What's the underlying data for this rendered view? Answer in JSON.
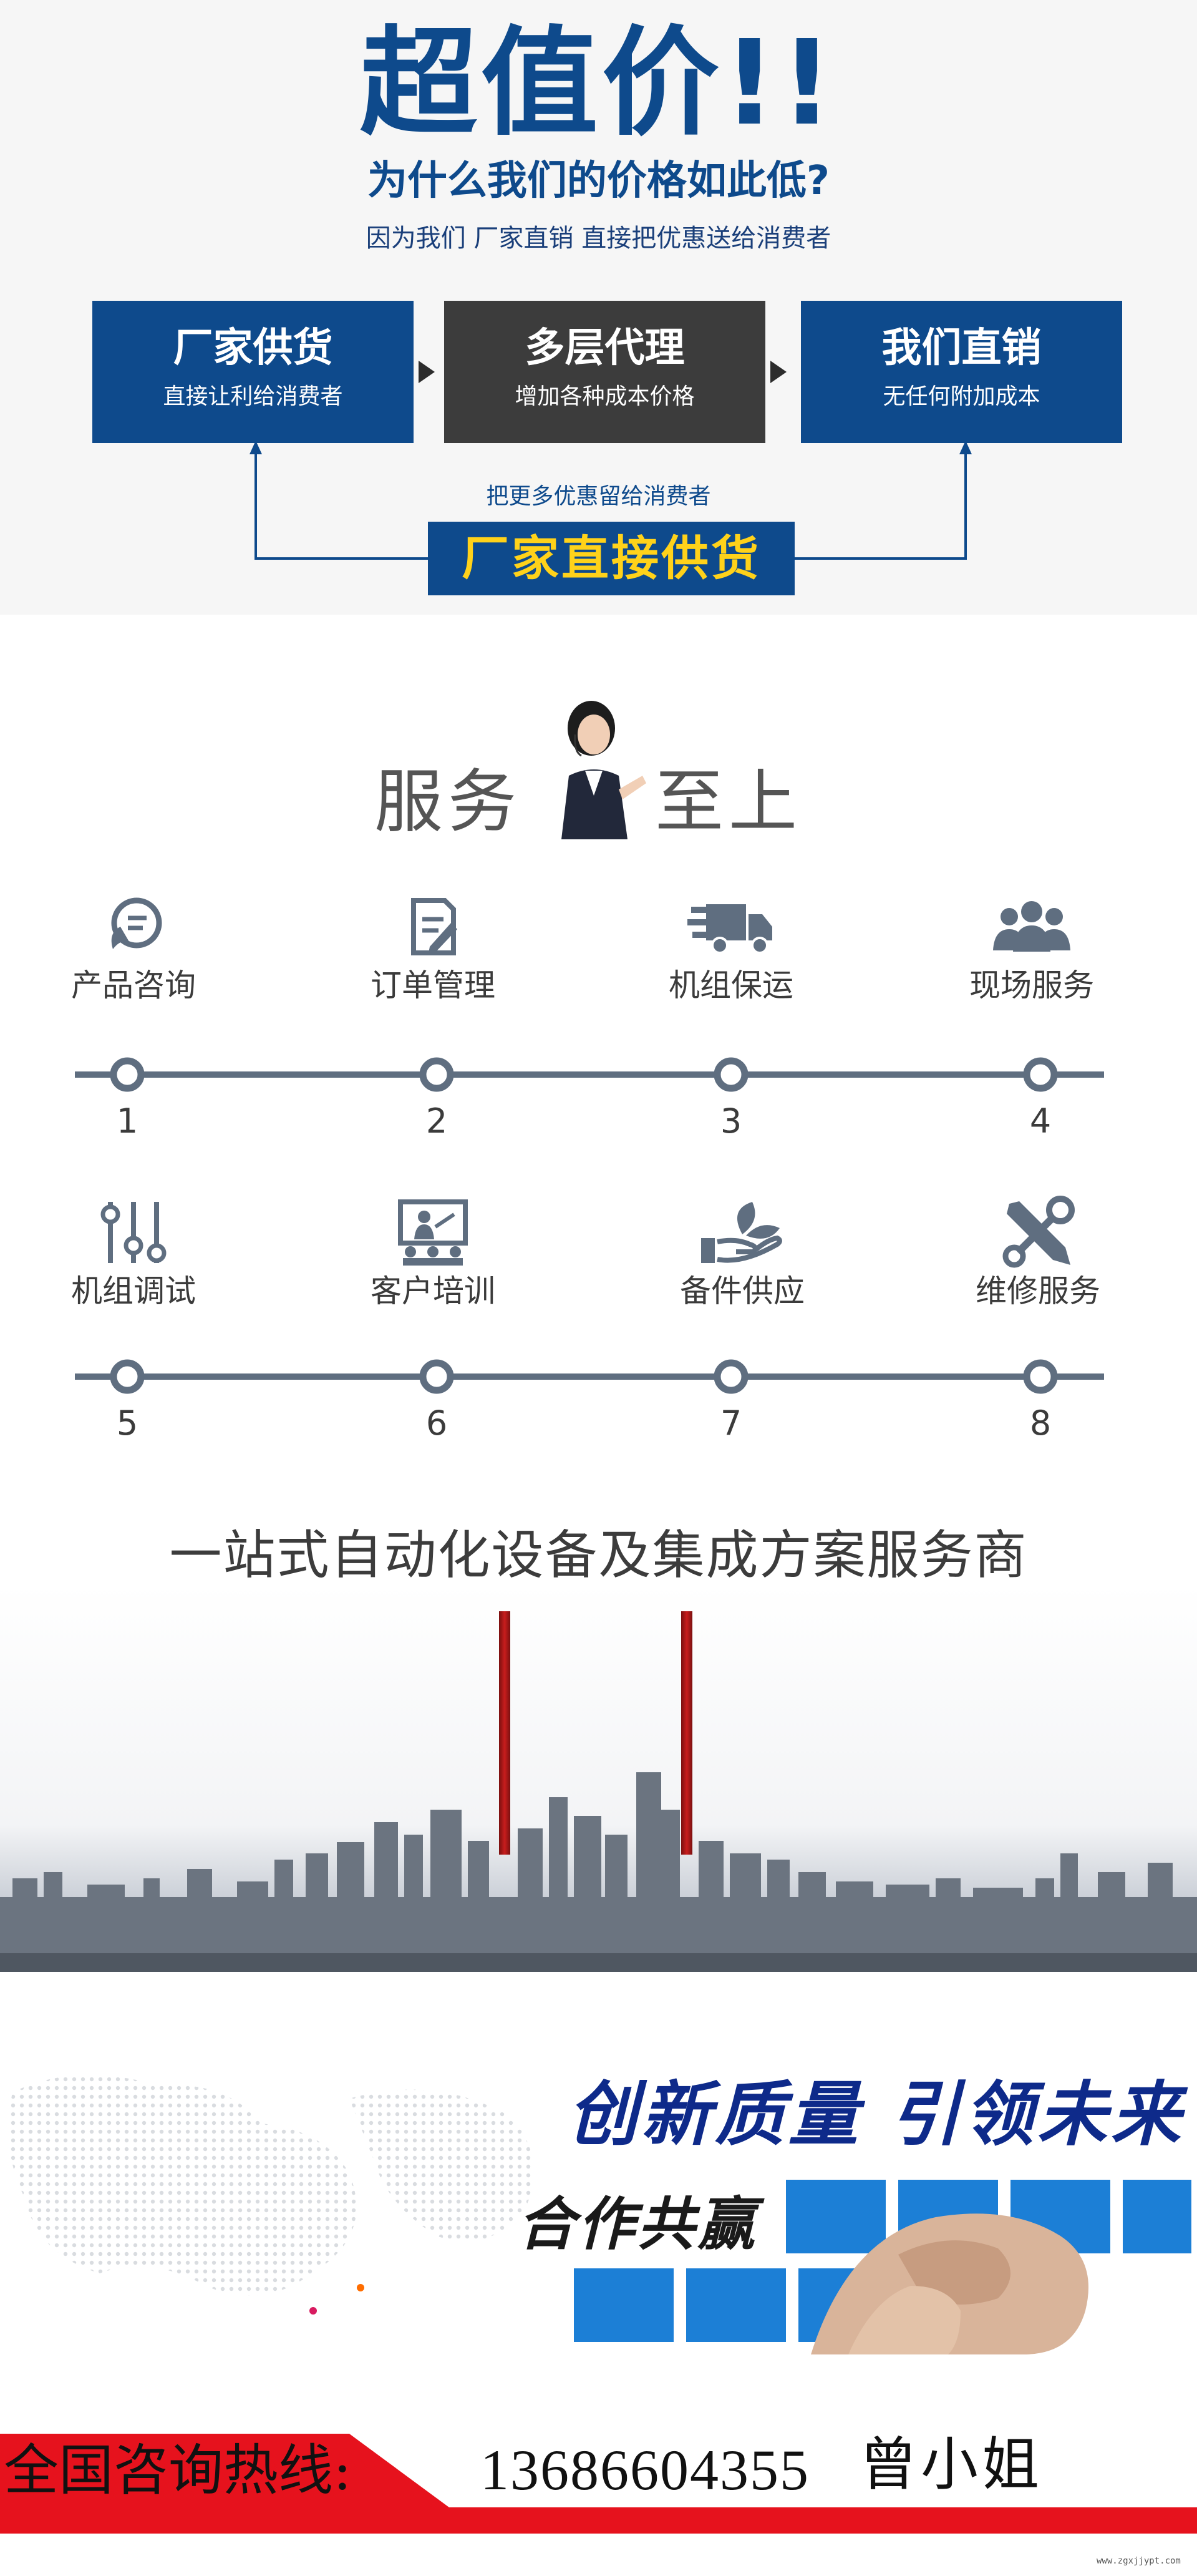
{
  "price": {
    "title": "超值价!!",
    "subtitle": "为什么我们的价格如此低?",
    "desc": "因为我们   厂家直销   直接把优惠送给消费者",
    "boxes": [
      {
        "title": "厂家供货",
        "sub": "直接让利给消费者"
      },
      {
        "title": "多层代理",
        "sub": "增加各种成本价格"
      },
      {
        "title": "我们直销",
        "sub": "无任何附加成本"
      }
    ],
    "note": "把更多优惠留给消费者",
    "direct": "厂家直接供货",
    "colors": {
      "blue": "#0e4a8c",
      "dark": "#3c3c3c",
      "yellow": "#ffd21a"
    }
  },
  "service": {
    "heading_left": "服务",
    "heading_right": "至上",
    "row1": [
      {
        "label": "产品咨询",
        "num": "1",
        "icon": "chat-bubble-icon"
      },
      {
        "label": "订单管理",
        "num": "2",
        "icon": "document-edit-icon"
      },
      {
        "label": "机组保运",
        "num": "3",
        "icon": "delivery-truck-icon"
      },
      {
        "label": "现场服务",
        "num": "4",
        "icon": "people-group-icon"
      }
    ],
    "row2": [
      {
        "label": "机组调试",
        "num": "5",
        "icon": "sliders-icon"
      },
      {
        "label": "客户培训",
        "num": "6",
        "icon": "presentation-board-icon"
      },
      {
        "label": "备件供应",
        "num": "7",
        "icon": "hand-leaf-icon"
      },
      {
        "label": "维修服务",
        "num": "8",
        "icon": "tools-icon"
      }
    ]
  },
  "onestop": "一站式自动化设备及集成方案服务商",
  "banner": {
    "slogan1": "创新质量 引领未来",
    "slogan2": "合作共赢"
  },
  "hotline": {
    "label": "全国咨询热线:",
    "number": "13686604355",
    "name": "曾小姐",
    "accent": "#e6121d"
  },
  "watermark": "www.zgxjjypt.com"
}
